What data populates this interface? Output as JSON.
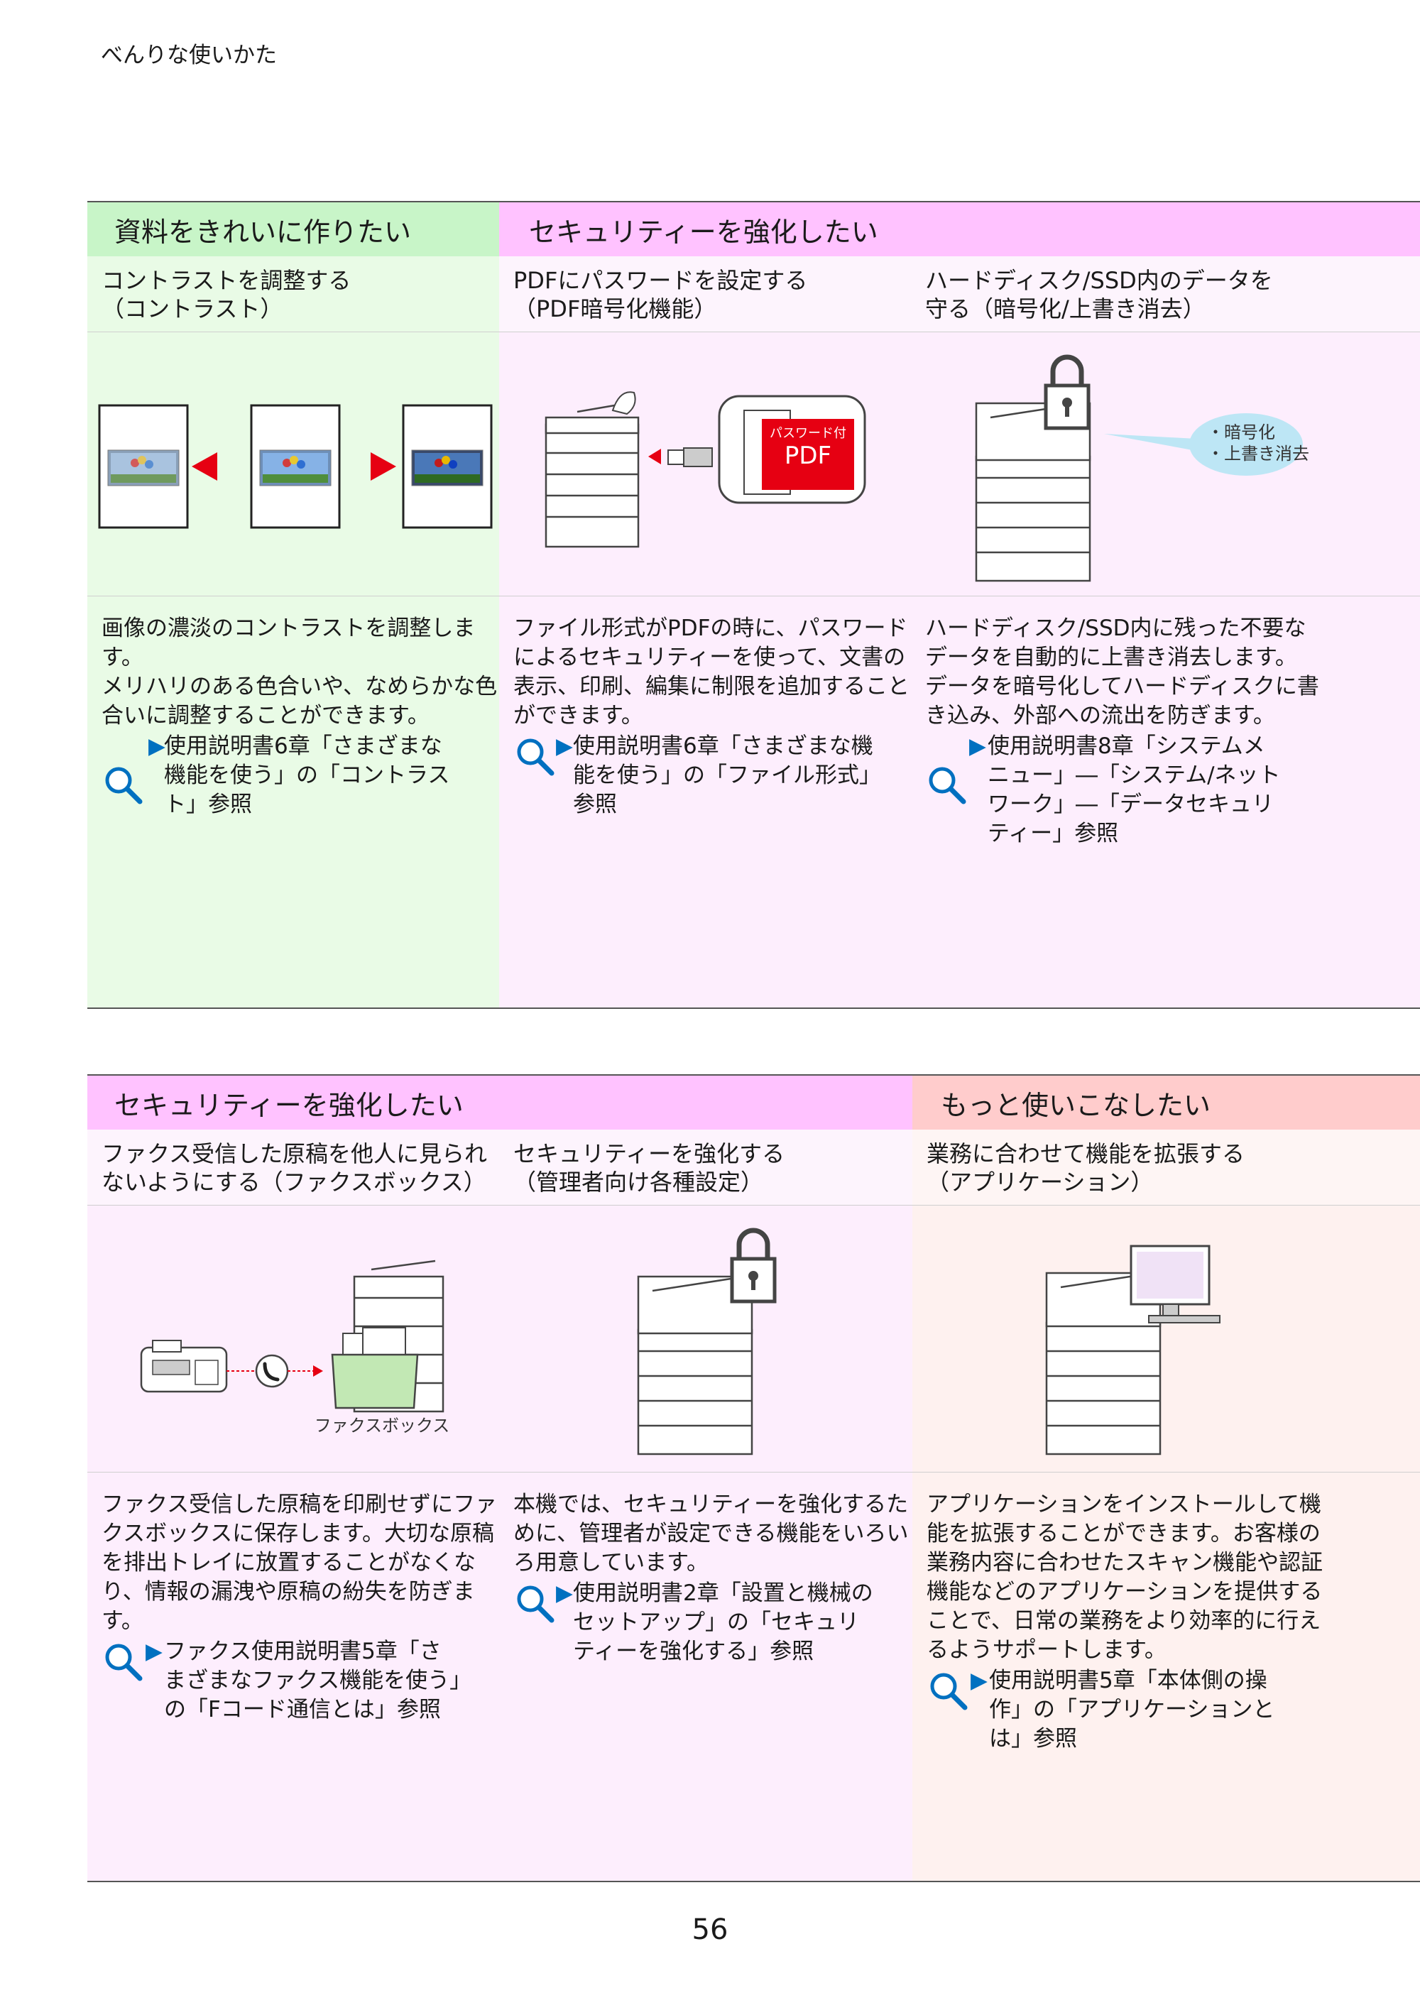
{
  "running_head": "べんりな使いかた",
  "page_number": "56",
  "colors": {
    "green": "#c8f5c8",
    "green_light": "#e9fbe6",
    "pink": "#ffc2ff",
    "pink_light": "#fdeefd",
    "salmon": "#ffcccc",
    "salmon_light": "#fef1ef"
  },
  "sections": [
    {
      "headers": [
        "資料をきれいに作りたい",
        "セキュリティーを強化したい"
      ],
      "columns": [
        {
          "title": [
            "コントラストを調整する",
            "（コントラスト）"
          ],
          "desc": [
            "画像の濃淡のコントラストを調整します。",
            "メリハリのある色合いや、なめらかな色合いに調整することができます。"
          ],
          "ref": "使用説明書6章「さまざまな機能を使う」の「コントラスト」参照"
        },
        {
          "title": [
            "PDFにパスワードを設定する",
            "（PDF暗号化機能）"
          ],
          "desc": [
            "ファイル形式がPDFの時に、パスワードによるセキュリティーを使って、文書の表示、印刷、編集に制限を追加することができます。"
          ],
          "ref": "使用説明書6章「さまざまな機能を使う」の「ファイル形式」参照",
          "figure_labels": [
            "パスワード付",
            "PDF"
          ]
        },
        {
          "title": [
            "ハードディスク/SSD内のデータを",
            "守る（暗号化/上書き消去）"
          ],
          "desc": [
            "ハードディスク/SSD内に残った不要なデータを自動的に上書き消去します。",
            "データを暗号化してハードディスクに書き込み、外部への流出を防ぎます。"
          ],
          "ref": "使用説明書8章「システムメニュー」―「システム/ネットワーク」―「データセキュリティー」参照",
          "figure_labels": [
            "・暗号化",
            "・上書き消去"
          ]
        }
      ]
    },
    {
      "headers": [
        "セキュリティーを強化したい",
        "もっと使いこなしたい"
      ],
      "columns": [
        {
          "title": [
            "ファクス受信した原稿を他人に見られ",
            "ないようにする（ファクスボックス）"
          ],
          "desc": [
            "ファクス受信した原稿を印刷せずにファクスボックスに保存します。大切な原稿を排出トレイに放置することがなくなり、情報の漏洩や原稿の紛失を防ぎます。"
          ],
          "ref": "ファクス使用説明書5章「さまざまなファクス機能を使う」の「Fコード通信とは」参照",
          "figure_labels": [
            "ファクスボックス"
          ]
        },
        {
          "title": [
            "セキュリティーを強化する",
            "（管理者向け各種設定）"
          ],
          "desc": [
            "本機では、セキュリティーを強化するために、管理者が設定できる機能をいろいろ用意しています。"
          ],
          "ref": "使用説明書2章「設置と機械のセットアップ」の「セキュリティーを強化する」参照"
        },
        {
          "title": [
            "業務に合わせて機能を拡張する",
            "（アプリケーション）"
          ],
          "desc": [
            "アプリケーションをインストールして機能を拡張することができます。お客様の業務内容に合わせたスキャン機能や認証機能などのアプリケーションを提供することで、日常の業務をより効率的に行えるようサポートします。"
          ],
          "ref": "使用説明書5章「本体側の操作」の「アプリケーションとは」参照"
        }
      ]
    }
  ]
}
